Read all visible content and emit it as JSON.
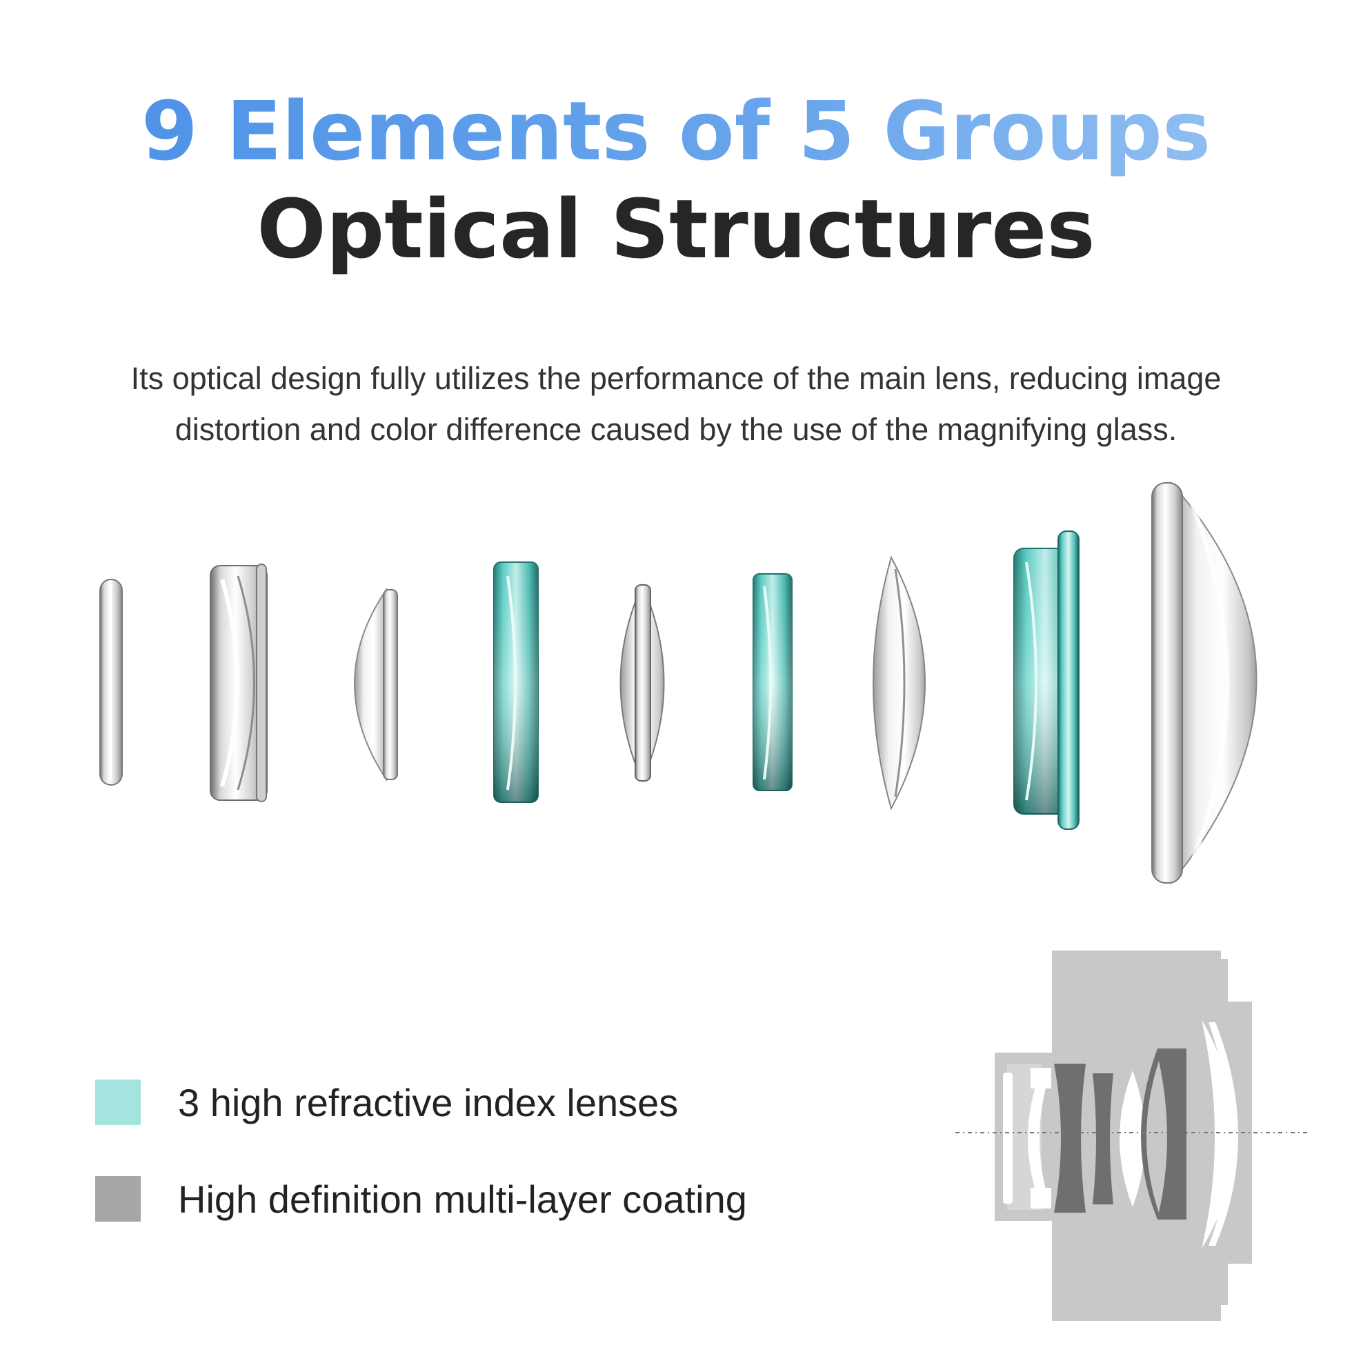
{
  "header": {
    "title_line1": "9 Elements of 5 Groups",
    "title_line2": "Optical Structures"
  },
  "description": {
    "line1": "Its optical design fully utilizes the performance of the main lens, reducing image",
    "line2": "distortion and color difference caused by the use of the magnifying glass."
  },
  "colors": {
    "title_gradient_start": "#4a8fe6",
    "title_gradient_end": "#9cc6f3",
    "teal_lens": "#3fb7ad",
    "legend_teal": "#a3e4df",
    "legend_gray": "#a6a6a6",
    "diagram_body": "#c8c8c8",
    "diagram_dark_lens": "#6f6f6f"
  },
  "lenses": [
    {
      "type": "clear"
    },
    {
      "type": "clear"
    },
    {
      "type": "clear"
    },
    {
      "type": "teal"
    },
    {
      "type": "clear"
    },
    {
      "type": "teal"
    },
    {
      "type": "clear"
    },
    {
      "type": "teal"
    },
    {
      "type": "clear"
    }
  ],
  "legend": [
    {
      "label": "3 high refractive index lenses",
      "color": "#a3e4df"
    },
    {
      "label": "High definition multi-layer coating",
      "color": "#a6a6a6"
    }
  ]
}
